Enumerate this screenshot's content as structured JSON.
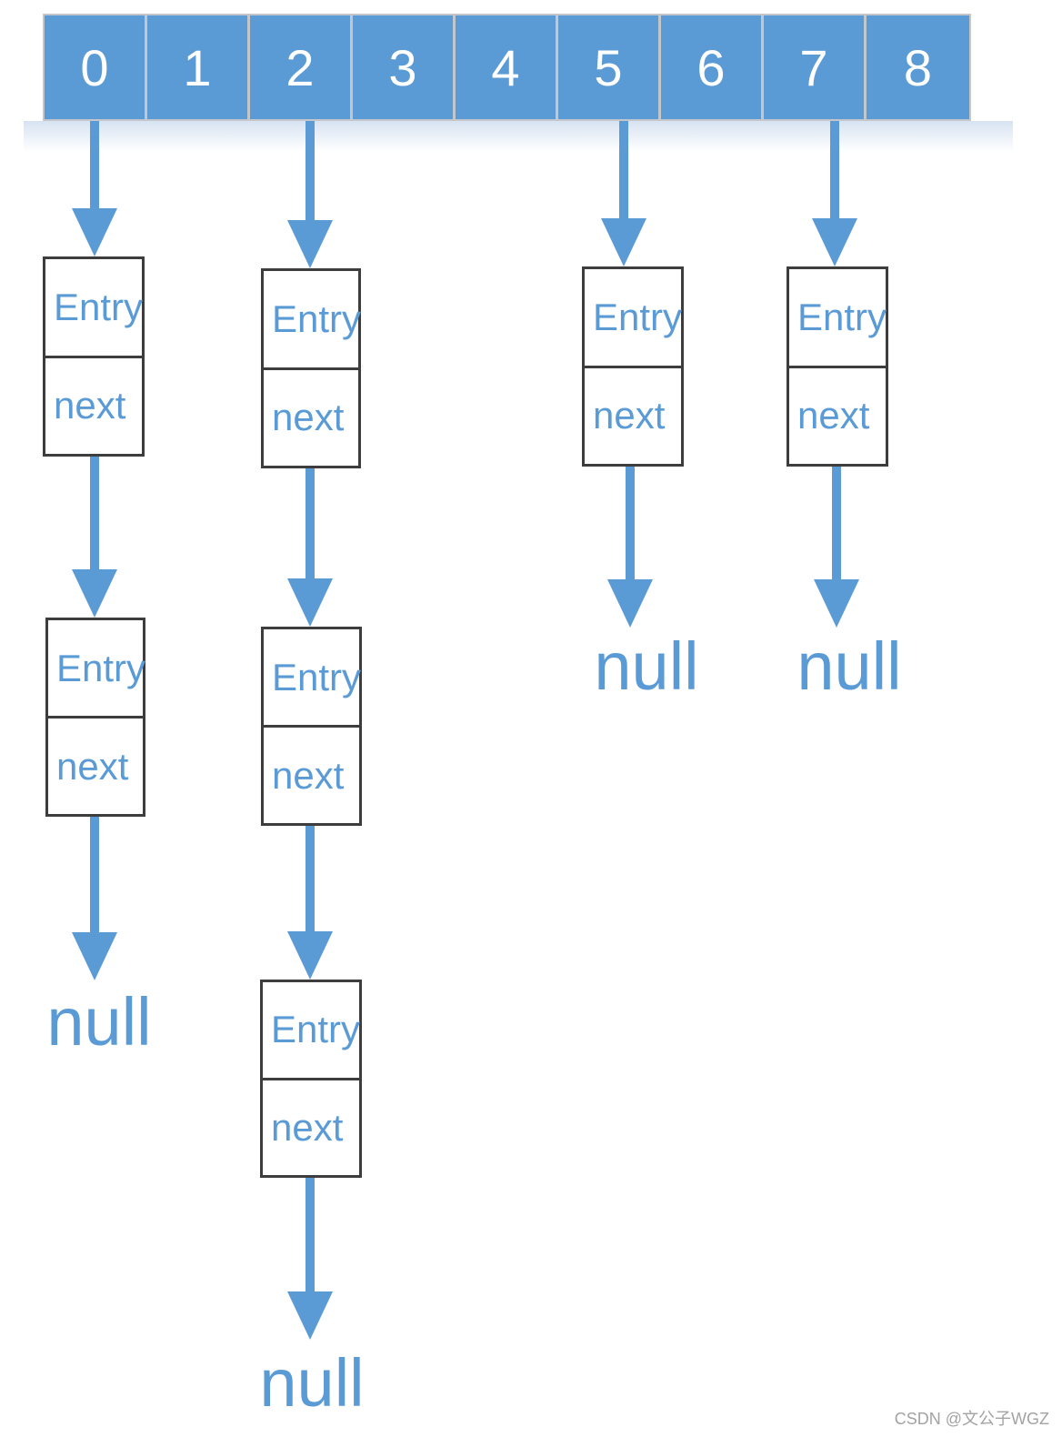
{
  "diagram_type": "hashmap-bucket-array-with-entry-chains",
  "array": {
    "cells": [
      "0",
      "1",
      "2",
      "3",
      "4",
      "5",
      "6",
      "7",
      "8"
    ]
  },
  "labels": {
    "entry": "Entry",
    "next": "next",
    "null": "null"
  },
  "buckets": [
    {
      "index": "0",
      "entry_count": 2,
      "tail": "null"
    },
    {
      "index": "2",
      "entry_count": 3,
      "tail": "null"
    },
    {
      "index": "5",
      "entry_count": 1,
      "tail": "null"
    },
    {
      "index": "7",
      "entry_count": 1,
      "tail": "null"
    }
  ],
  "colors": {
    "array_fill": "#5b9bd5",
    "array_text": "#ffffff",
    "arrow": "#5b9bd5",
    "node_border": "#3d3d3d",
    "node_text": "#5b9bd5",
    "watermark_text": "#a3a3a3"
  },
  "watermark": "CSDN @文公子WGZ"
}
